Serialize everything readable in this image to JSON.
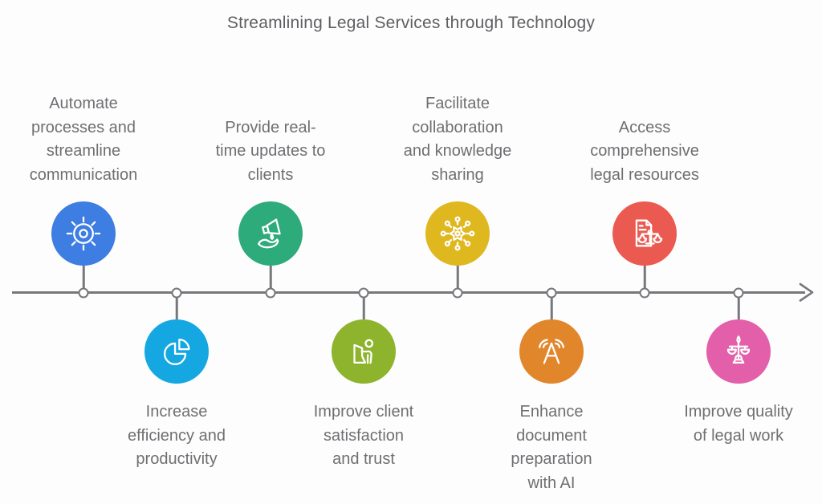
{
  "title": "Streamlining Legal Services through Technology",
  "timeline": {
    "axis_color": "#77787b",
    "direction": "left-to-right"
  },
  "items": {
    "top": [
      {
        "label": "Automate\nprocesses and\nstreamline\ncommunication",
        "icon": "gear-icon",
        "color": "#3E7DE2"
      },
      {
        "label": "Provide real-\ntime updates to\nclients",
        "icon": "megaphone-hand-icon",
        "color": "#2EAB7A"
      },
      {
        "label": "Facilitate\ncollaboration\nand knowledge\nsharing",
        "icon": "network-hub-icon",
        "color": "#DFB71F"
      },
      {
        "label": "Access\ncomprehensive\nlegal resources",
        "icon": "document-scales-icon",
        "color": "#EB5A50"
      }
    ],
    "bottom": [
      {
        "label": "Increase\nefficiency and\nproductivity",
        "icon": "pie-chart-icon",
        "color": "#15A7E1"
      },
      {
        "label": "Improve client\nsatisfaction\nand trust",
        "icon": "person-desk-icon",
        "color": "#8DB42C"
      },
      {
        "label": "Enhance\ndocument\npreparation\nwith AI",
        "icon": "ai-signal-icon",
        "color": "#E2862C"
      },
      {
        "label": "Improve quality\nof legal work",
        "icon": "justice-scales-icon",
        "color": "#E45FA9"
      }
    ]
  }
}
